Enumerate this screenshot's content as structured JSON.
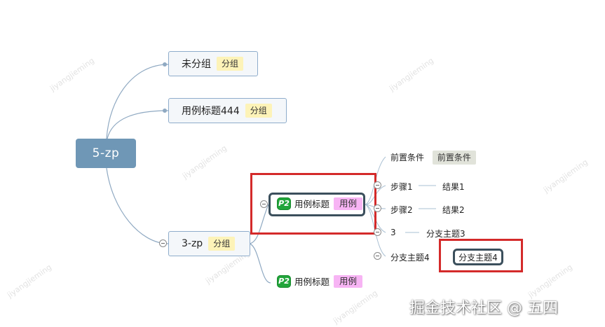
{
  "root": {
    "label": "5-zp"
  },
  "topics": [
    {
      "label": "未分组",
      "tag": "分组"
    },
    {
      "label": "用例标题444",
      "tag": "分组"
    },
    {
      "label": "3-zp",
      "tag": "分组"
    }
  ],
  "cases": [
    {
      "priority": "P2",
      "title": "用例标题",
      "tag": "用例"
    },
    {
      "priority": "P2",
      "title": "用例标题",
      "tag": "用例"
    }
  ],
  "children": {
    "precondition": {
      "label": "前置条件",
      "tag": "前置条件"
    },
    "step1": {
      "label": "步骤1",
      "result": "结果1"
    },
    "step2": {
      "label": "步骤2",
      "result": "结果2"
    },
    "step3": {
      "label": "3",
      "result": "分支主题3"
    },
    "branch4": {
      "label": "分支主题4",
      "result": "分支主题4"
    }
  },
  "watermark": "jiyangjieming",
  "footer": {
    "text": "掘金技术社区 @ 五四"
  },
  "colors": {
    "root_fill": "#6f97b6",
    "node_border": "#8eaccb",
    "highlight_red": "#d42a2a",
    "priority_green": "#22a53b",
    "tag_yellow": "#fdf3b8",
    "tag_pink": "#f7b4f4"
  }
}
